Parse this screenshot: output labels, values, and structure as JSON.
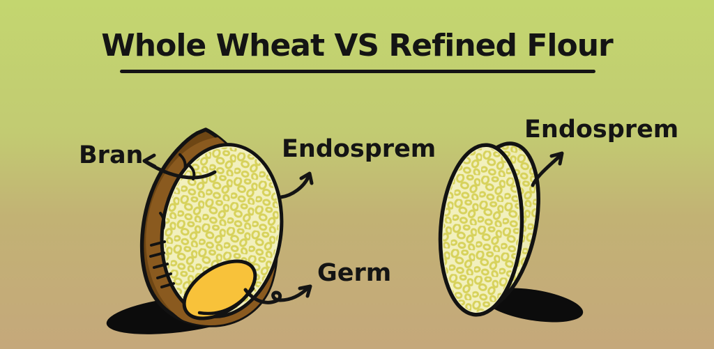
{
  "title": {
    "text": "Whole Wheat VS Refined Flour"
  },
  "whole_wheat_figure": {
    "name": "whole wheat grain cross-section",
    "bran_label": "Bran",
    "endosperm_label": "Endosprem",
    "germ_label": "Germ"
  },
  "refined_figure": {
    "name": "refined flour grain (endosperm only)",
    "endosperm_label": "Endosprem"
  },
  "colors": {
    "background_top": "#c3d66f",
    "background_bottom": "#c5a87b",
    "bran_dark": "#6e4614",
    "bran_medium": "#8a5a1f",
    "endosperm_base": "#f2f0bd",
    "endosperm_speckle": "#d7d25c",
    "germ": "#f8c23a",
    "outline": "#121212",
    "shadow": "#0c0c0c",
    "text": "#141414"
  }
}
